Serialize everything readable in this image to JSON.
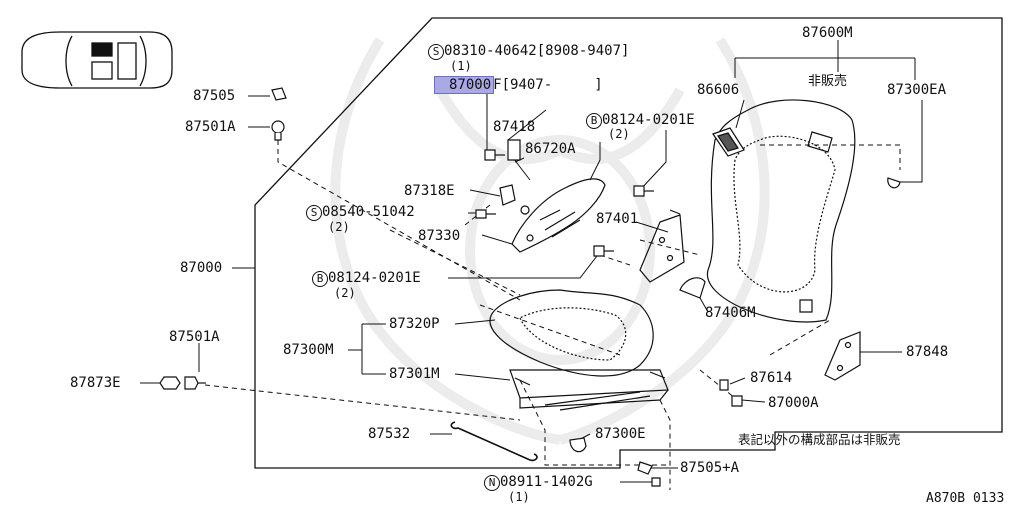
{
  "diagram": {
    "part_numbers": {
      "p87505": "87505",
      "p87501a_top": "87501A",
      "p87000": "87000",
      "p87501a_bottom": "87501A",
      "p87873e": "87873E",
      "p87532": "87532",
      "p87418": "87418",
      "p86720a": "86720A",
      "p87318e": "87318E",
      "p87330": "87330",
      "p87401": "87401",
      "p87406m": "87406M",
      "p87320p": "87320P",
      "p87300m": "87300M",
      "p87301m": "87301M",
      "p87614": "87614",
      "p87000a": "87000A",
      "p87300e": "87300E",
      "p87505a": "87505+A",
      "p87600m": "87600M",
      "p86606": "86606",
      "p87300ea": "87300EA",
      "p87848": "87848"
    },
    "screws": {
      "s1_code": "S",
      "s1_number": "08310-40642",
      "s1_range": "[8908-9407]",
      "s1_qty": "(1)",
      "s2_code": "S",
      "s2_number": "08540-51042",
      "s2_qty": "(2)"
    },
    "bolts": {
      "b1_code": "B",
      "b1_number": "08124-0201E",
      "b1_qty": "(2)",
      "b2_code": "B",
      "b2_number": "08124-0201E",
      "b2_qty": "(2)"
    },
    "nut": {
      "code": "N",
      "number": "08911-1402G",
      "qty": "(1)"
    },
    "highlighted": {
      "number": "87000",
      "suffix": "F",
      "range": "[9407-     ]"
    },
    "not_sold": "非販売",
    "note": "表記以外の構成部品は非販売",
    "figure_code": "A870B 0133"
  },
  "colors": {
    "ink": "#111111",
    "highlight": "#a9a9e6",
    "watermark": "#ececec"
  }
}
